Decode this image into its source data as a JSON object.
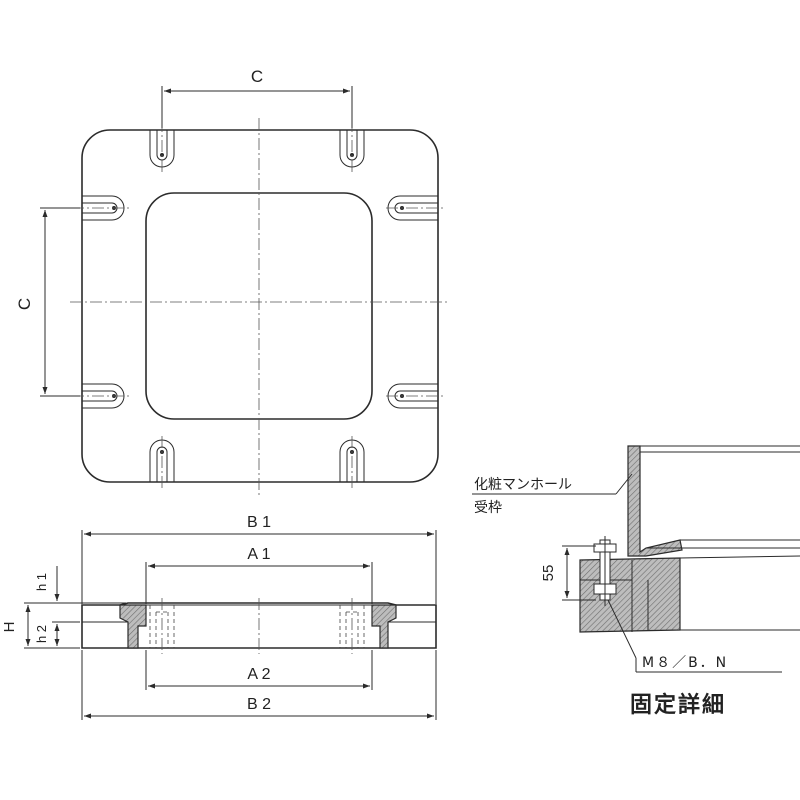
{
  "plan_view": {
    "dim_c_top": "C",
    "dim_c_left": "C"
  },
  "section_view": {
    "dim_b1": "B 1",
    "dim_a1": "A 1",
    "dim_a2": "A 2",
    "dim_b2": "B 2",
    "dim_h": "H",
    "dim_h1": "h 1",
    "dim_h2": "h 2"
  },
  "detail": {
    "callout_line1": "化粧マンホール",
    "callout_line2": "受枠",
    "dim_55": "55",
    "bolt_label": "M８／B．N",
    "title": "固定詳細"
  }
}
